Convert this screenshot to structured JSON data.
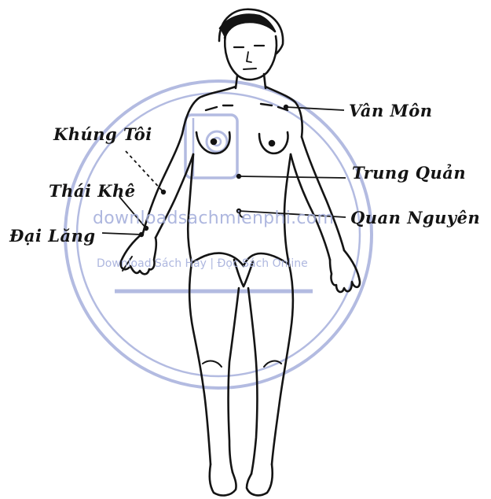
{
  "figure": {
    "labels": {
      "van_mon": "Vân Môn",
      "khung_toi": "Khúng Tôi",
      "trung_quan": "Trung Quản",
      "thai_khe": "Thái Khê",
      "quan_nguyen": "Quan Nguyên",
      "dai_lang": "Đại Lăng"
    }
  },
  "watermark": {
    "site": "downloadsachmienphi.com",
    "tagline": "Download Sách Hay | Đọc Sách Online",
    "color": "#a6b0dc"
  },
  "colors": {
    "ink": "#141414",
    "background": "#ffffff"
  }
}
